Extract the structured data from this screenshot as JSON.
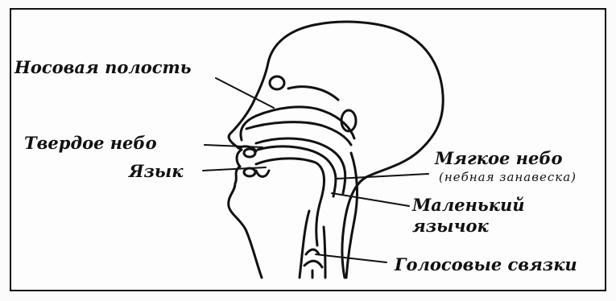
{
  "labels": {
    "nasal_cavity": "Носовая полость",
    "hard_palate": "Твердое небо",
    "tongue": "Язык",
    "soft_palate": "Мягкое небо",
    "soft_palate_note": "(небная занавеска)",
    "uvula_line1": "Маленький",
    "uvula_line2": "язычок",
    "vocal_cords": "Голосовые связки"
  },
  "colors": {
    "ink": "#111111",
    "paper": "#fdfdfd"
  }
}
